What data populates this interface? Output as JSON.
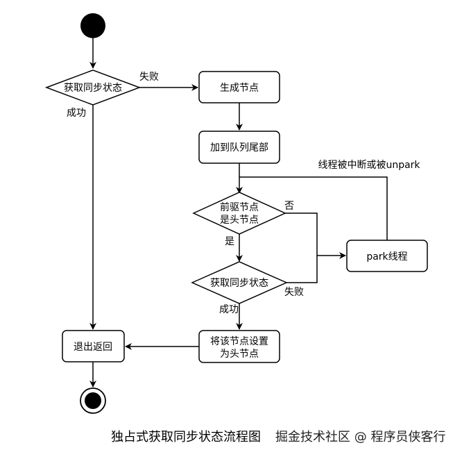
{
  "nodes": {
    "acquire_state_1": "获取同步状态",
    "create_node": "生成节点",
    "add_to_queue_tail": "加到队列尾部",
    "predecessor_is_head_line1": "前驱节点",
    "predecessor_is_head_line2": "是头节点",
    "park_thread": "park线程",
    "acquire_state_2": "获取同步状态",
    "set_as_head_line1": "将该节点设置",
    "set_as_head_line2": "为头节点",
    "exit_return": "退出返回"
  },
  "edges": {
    "fail_1": "失败",
    "success_1": "成功",
    "no": "否",
    "yes": "是",
    "fail_2": "失败",
    "success_2": "成功",
    "interrupted_or_unpark": "线程被中断或被unpark"
  },
  "caption": "独占式获取同步状态流程图",
  "watermark": "掘金技术社区 @ 程序员侠客行",
  "colors": {
    "stroke": "#000000",
    "background": "#ffffff"
  }
}
